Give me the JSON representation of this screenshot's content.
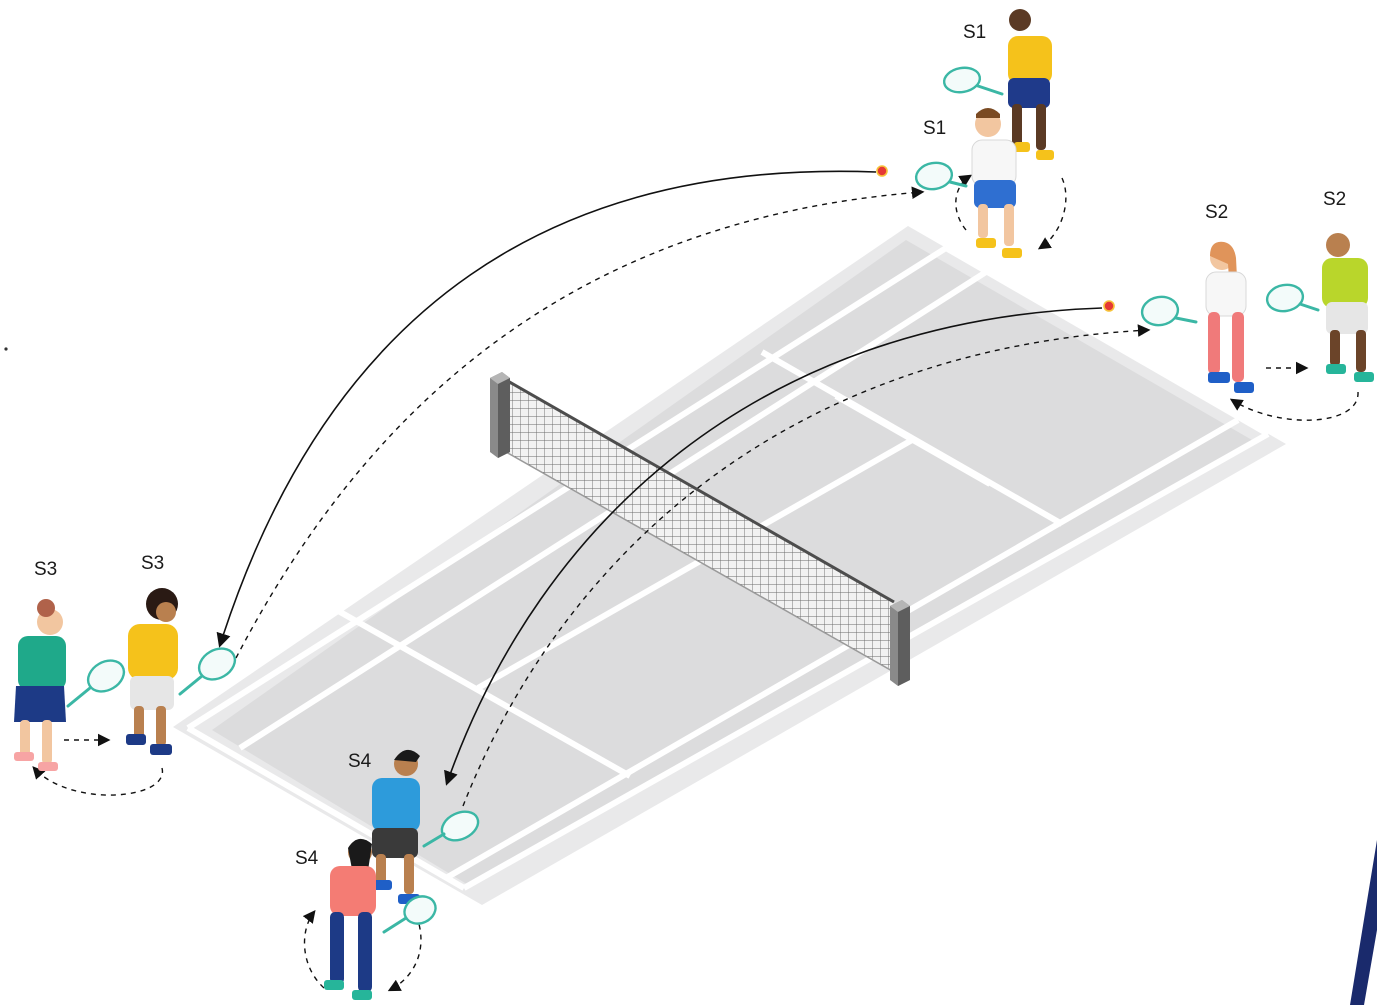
{
  "labels": {
    "s1_back": "S1",
    "s1_front": "S1",
    "s2_front": "S2",
    "s2_back": "S2",
    "s3_back": "S3",
    "s3_front": "S3",
    "s4_front": "S4",
    "s4_back": "S4"
  },
  "colors": {
    "court_outer": "#e9e9ea",
    "court_inner": "#dcdcdd",
    "court_lines": "#ffffff",
    "net_post": "#7b7b7b",
    "racket": "#3bb7a5",
    "ball": "#e53935",
    "accent_stripe": "#1a2a6c"
  }
}
